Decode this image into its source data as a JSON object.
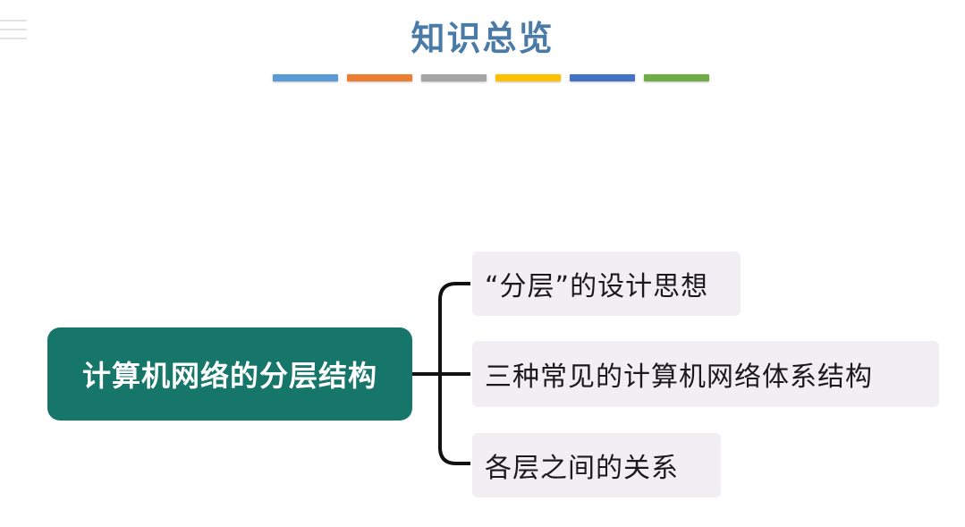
{
  "title": "知识总览",
  "color_bars": [
    "#5b9bd5",
    "#ed7d31",
    "#a5a5a5",
    "#ffc000",
    "#4472c4",
    "#70ad47"
  ],
  "root": {
    "label": "计算机网络的分层结构",
    "color": "#16766a"
  },
  "branches": [
    {
      "label": "“分层”的设计思想"
    },
    {
      "label": "三种常见的计算机网络体系结构"
    },
    {
      "label": "各层之间的关系"
    }
  ]
}
